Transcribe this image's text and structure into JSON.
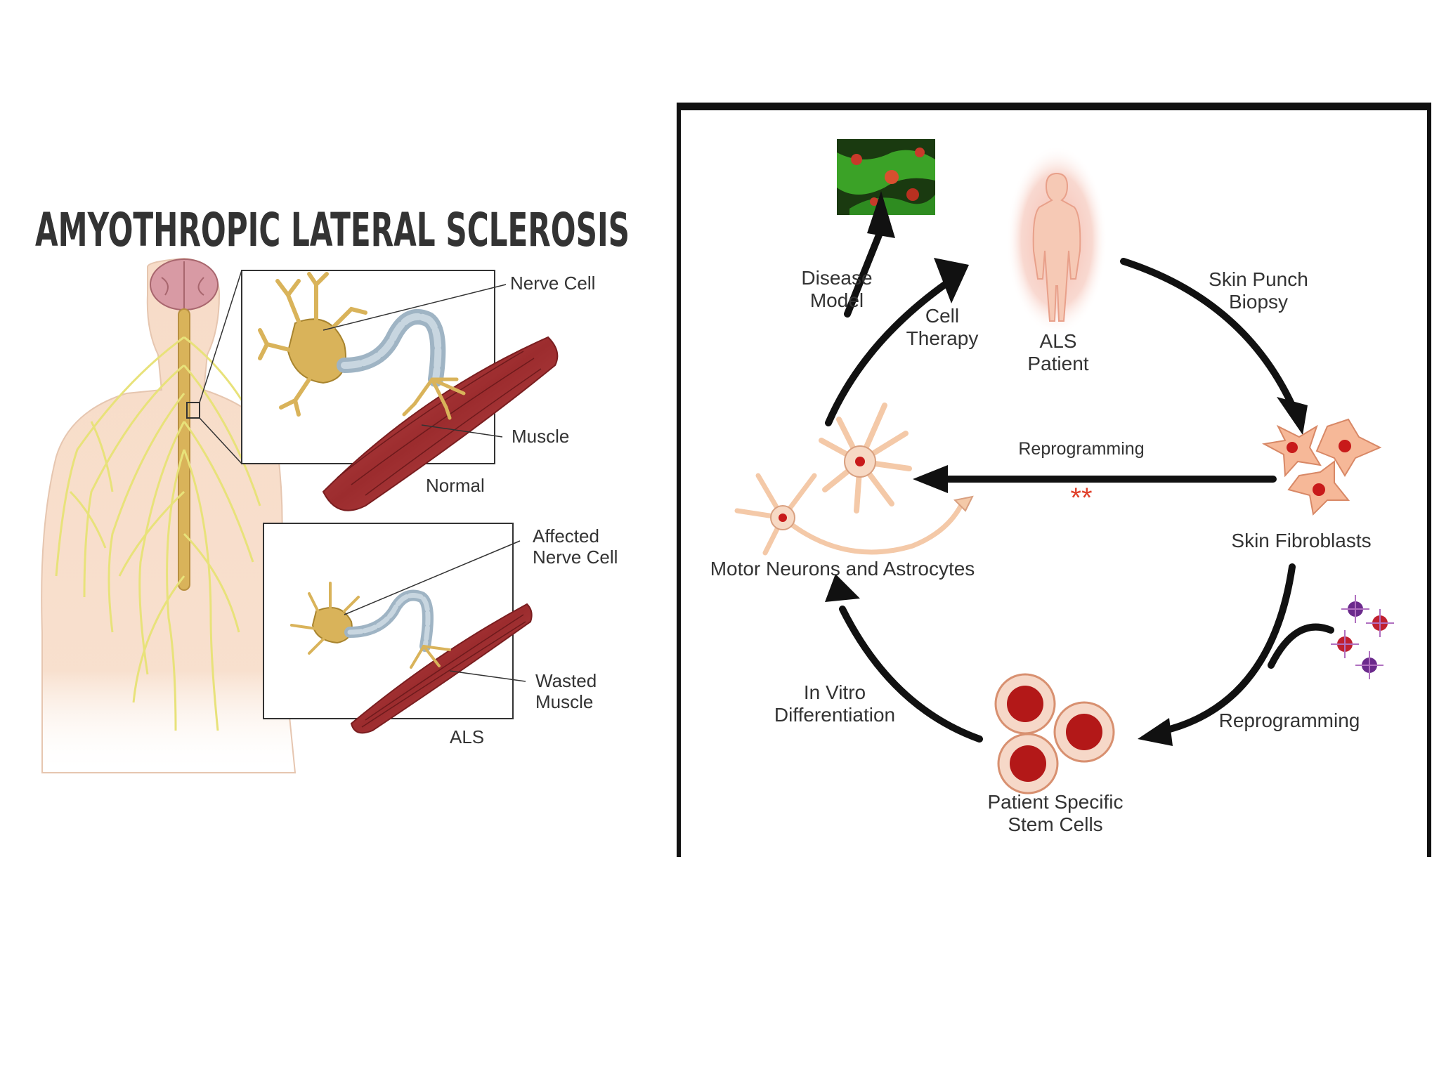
{
  "left_diagram": {
    "title": "AMYOTHROPIC LATERAL SCLEROSIS",
    "normal": {
      "nerve_cell_label": "Nerve Cell",
      "muscle_label": "Muscle",
      "caption": "Normal"
    },
    "als": {
      "nerve_cell_label_line1": "Affected",
      "nerve_cell_label_line2": "Nerve Cell",
      "muscle_label_line1": "Wasted",
      "muscle_label_line2": "Muscle",
      "caption": "ALS"
    }
  },
  "right_diagram": {
    "disease_model_line1": "Disease",
    "disease_model_line2": "Model",
    "cell_therapy_line1": "Cell",
    "cell_therapy_line2": "Therapy",
    "als_patient_line1": "ALS",
    "als_patient_line2": "Patient",
    "skin_punch_line1": "Skin Punch",
    "skin_punch_line2": "Biopsy",
    "reprogramming_top": "Reprogramming",
    "asterisks": "**",
    "skin_fibroblasts": "Skin Fibroblasts",
    "motor_neurons": "Motor Neurons and Astrocytes",
    "in_vitro_line1": "In Vitro",
    "in_vitro_line2": "Differentiation",
    "reprogramming_bottom": "Reprogramming",
    "stem_cells_line1": "Patient Specific",
    "stem_cells_line2": "Stem Cells"
  },
  "colors": {
    "nerve_yellow": "#e8e27a",
    "neuron_gold": "#d9b35a",
    "axon_blue": "#9fb4c4",
    "muscle_red": "#a8383a",
    "skin": "#f7dcc8",
    "brain_pink": "#d89aa4",
    "stem_red": "#b31818",
    "arrow_black": "#111111",
    "asterisk_red": "#e0402a"
  }
}
